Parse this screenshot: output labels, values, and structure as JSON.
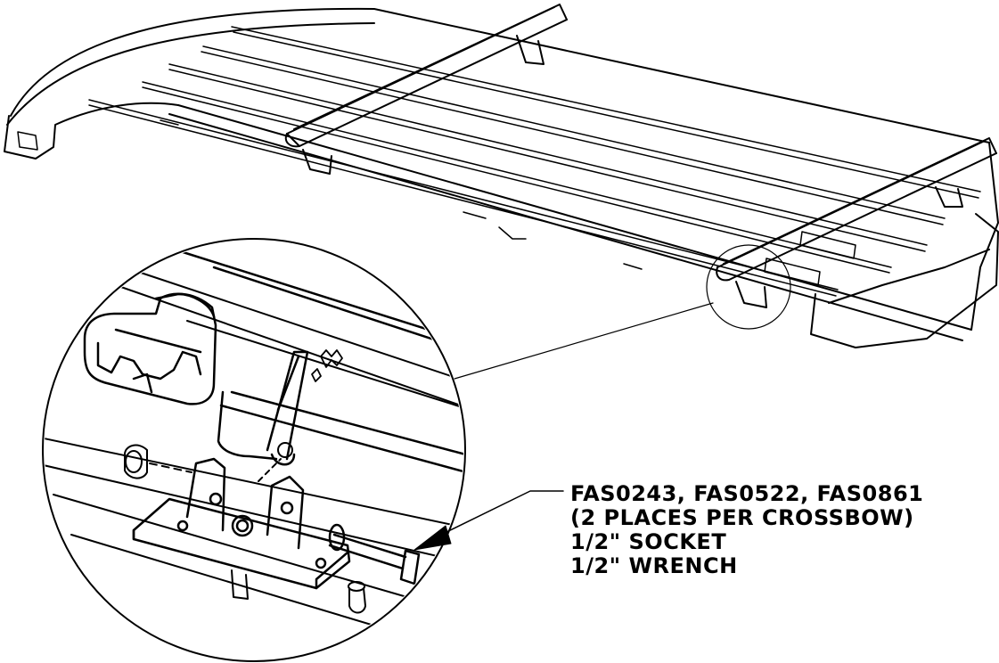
{
  "callout": {
    "lines": [
      "FAS0243, FAS0522, FAS0861",
      "(2 PLACES PER CROSSBOW)",
      "1/2\" SOCKET",
      "1/2\" WRENCH"
    ]
  },
  "colors": {
    "line": "#000000",
    "background": "#ffffff"
  },
  "icons": [
    "leader-arrow-icon"
  ]
}
